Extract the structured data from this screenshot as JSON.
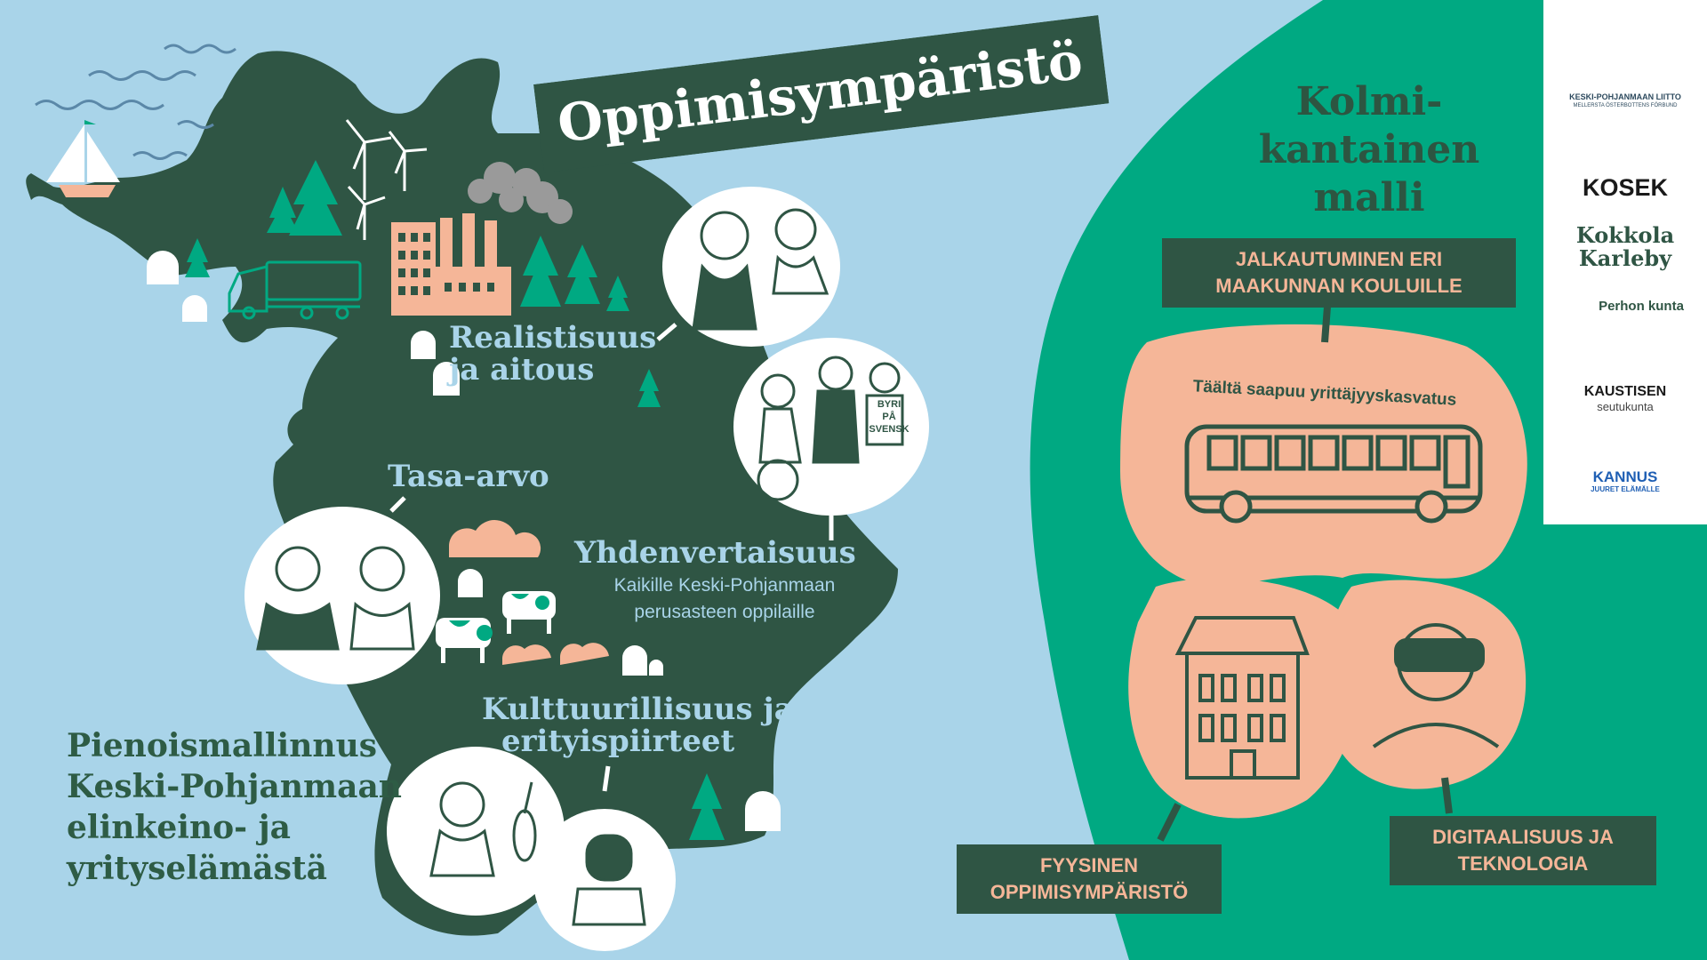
{
  "title": "Oppimisympäristö",
  "map_labels": {
    "realistisuus": [
      "Realistisuus",
      "ja aitous"
    ],
    "tasa_arvo": "Tasa-arvo",
    "yhdenvertaisuus": "Yhdenvertaisuus",
    "yhdenvertaisuus_sub": [
      "Kaikille Keski-Pohjanmaan",
      "perusasteen oppilaille"
    ],
    "kulttuurillisuus": [
      "Kulttuurillisuus ja",
      "erityispiirteet"
    ],
    "byri_sign": [
      "BYRI",
      "PÅ",
      "SVENSK"
    ]
  },
  "side_title": [
    "Pienoismallinnus",
    "Keski-Pohjanmaan",
    "elinkeino- ja",
    "yrityselämästä"
  ],
  "model": {
    "title": [
      "Kolmi-",
      "kantainen",
      "malli"
    ],
    "top_box": [
      "JALKAUTUMINEN ERI",
      "MAAKUNNAN KOULUILLE"
    ],
    "bus_caption": "Täältä saapuu yrittäjyyskasvatus",
    "left_box": [
      "FYYSINEN",
      "OPPIMISYMPÄRISTÖ"
    ],
    "right_box": [
      "DIGITAALISUUS JA",
      "TEKNOLOGIA"
    ]
  },
  "logos": {
    "kp_liitto": "KESKI-POHJANMAAN LIITTO",
    "kp_liitto_sub": "MELLERSTA ÖSTERBOTTENS FÖRBUND",
    "kosek": "KOSEK",
    "kokkola": [
      "Kokkola",
      "Karleby"
    ],
    "perho": "Perhon kunta",
    "kaustinen": "KAUSTISEN",
    "kaustinen_sub": "seutukunta",
    "kannus": "KANNUS",
    "kannus_sub": "JUURET ELÄMÄLLE"
  },
  "colors": {
    "sea": "#a9d4e9",
    "land": "#2f5544",
    "green": "#00a982",
    "peach": "#f5b698",
    "white": "#ffffff"
  }
}
